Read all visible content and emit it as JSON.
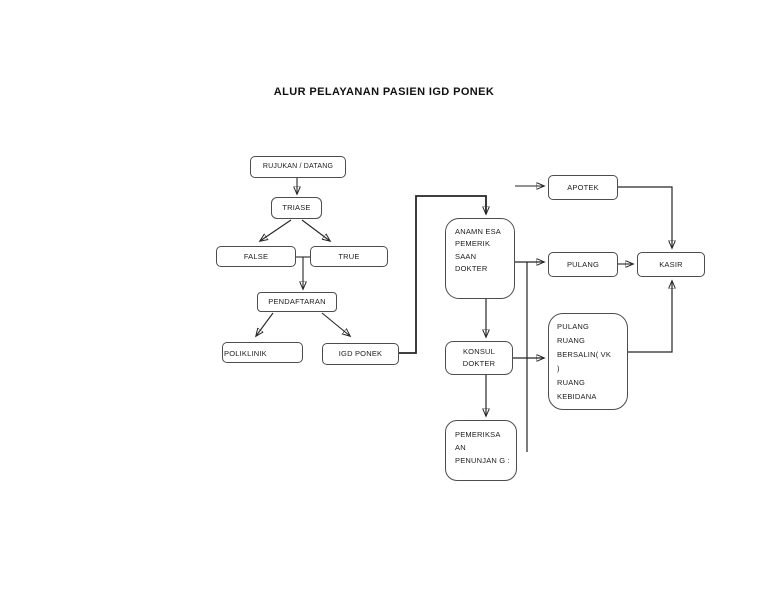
{
  "title": "ALUR PELAYANAN PASIEN IGD PONEK",
  "colors": {
    "background": "#ffffff",
    "box_border": "#4d4d4d",
    "line": "#262626",
    "text": "#1c1c1c"
  },
  "nodes": {
    "rujukan": "RUJUKAN / DATANG",
    "triase": "TRIASE",
    "false": "FALSE",
    "true": "TRUE",
    "pendaftaran": "PENDAFTARAN",
    "poliklinik": "POLIKLINIK",
    "igd_ponek": "IGD PONEK",
    "anamnesa": "ANAMN ESA\nPEMERIK\nSAAN\nDOKTER",
    "apotek": "APOTEK",
    "pulang": "PULANG",
    "kasir": "KASIR",
    "konsul": "KONSUL\nDOKTER",
    "bersalin": "PULANG\nRUANG\nBERSALIN( VK\n)\nRUANG\nKEBIDANA",
    "pemeriksaan": "PEMERIKSA\nAN\nPENUNJAN G :"
  },
  "edges": [
    "rujukan -> triase",
    "triase -> false",
    "triase -> true",
    "false/true -> pendaftaran",
    "pendaftaran -> poliklinik",
    "pendaftaran -> igd_ponek",
    "igd_ponek -> anamnesa",
    "anamnesa -> pulang",
    "anamnesa -> konsul",
    "-> apotek",
    "apotek -> kasir",
    "pulang -> kasir",
    "konsul -> bersalin",
    "konsul -> pemeriksaan",
    "bersalin -> kasir"
  ]
}
